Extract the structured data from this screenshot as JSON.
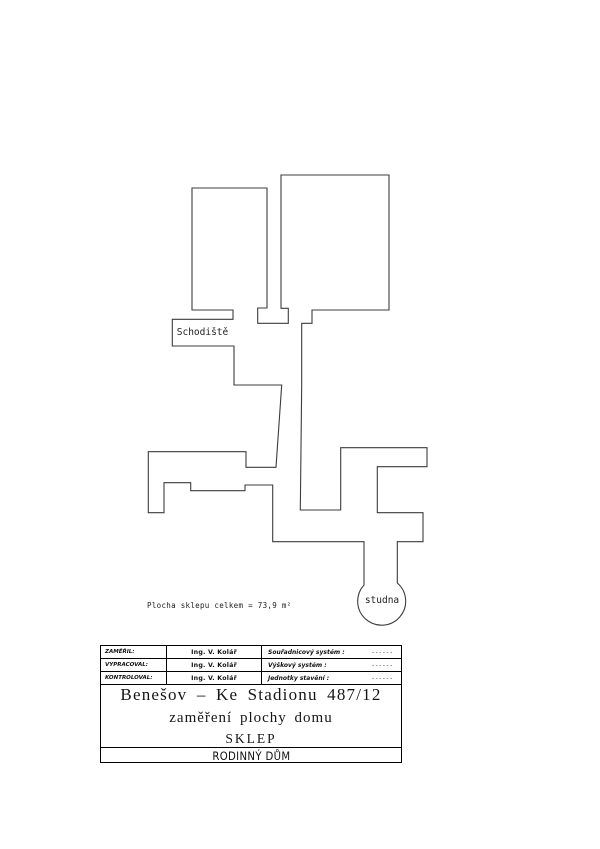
{
  "colors": {
    "line": "#3c3c3c",
    "table_line": "#000000"
  },
  "plan": {
    "staircase_label": "Schodiště",
    "well_label": "studna",
    "area_note": "Plocha sklepu celkem = 73,9 m²"
  },
  "title_block": {
    "rows": [
      {
        "role": "ZAMĚŘIL:",
        "name": "Ing. V. Kolář",
        "field": "Souřadnicový systém :",
        "value": "------"
      },
      {
        "role": "VYPRACOVAL:",
        "name": "Ing. V. Kolář",
        "field": "Výškový systém :",
        "value": "------"
      },
      {
        "role": "KONTROLOVAL:",
        "name": "Ing. V. Kolář",
        "field": "Jednotky stavění :",
        "value": "------"
      }
    ],
    "title_line1": "Benešov – Ke Stadionu 487/12",
    "title_line2": "zaměření plochy domu",
    "title_line3": "SKLEP",
    "footer": "RODINNÝ DŮM"
  }
}
